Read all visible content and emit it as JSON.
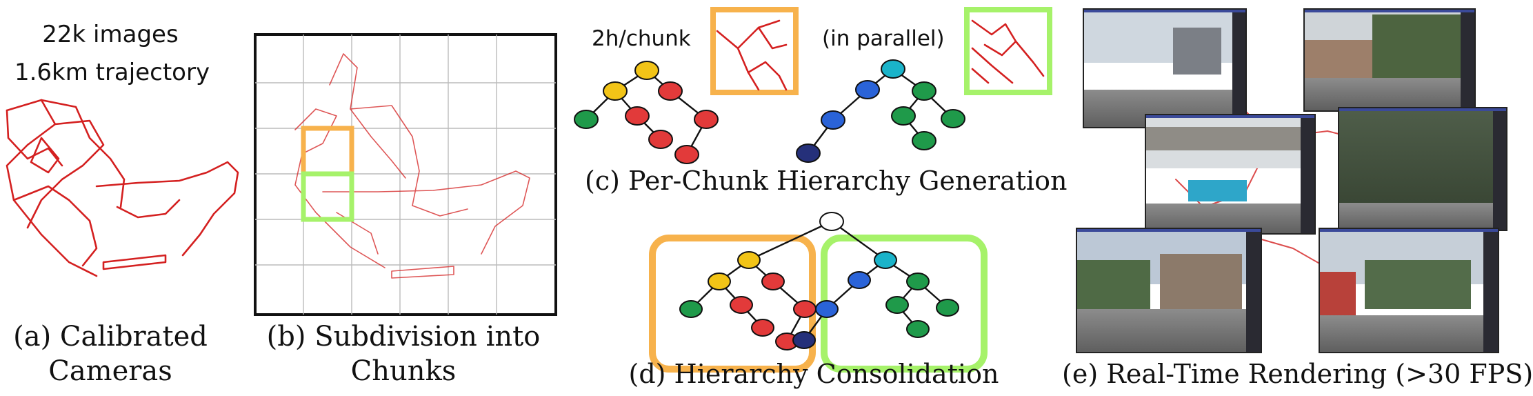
{
  "panel_a": {
    "stat_images": "22k images",
    "stat_trajectory": "1.6km trajectory",
    "caption_line1": "(a) Calibrated",
    "caption_line2": "Cameras"
  },
  "panel_b": {
    "caption_line1": "(b) Subdivision into",
    "caption_line2": "Chunks"
  },
  "panel_c": {
    "time_label": "2h/chunk",
    "parallel_label": "(in parallel)",
    "caption": "(c) Per-Chunk Hierarchy Generation"
  },
  "panel_d": {
    "caption": "(d) Hierarchy Consolidation"
  },
  "panel_e": {
    "caption": "(e) Real-Time Rendering (>30 FPS)"
  },
  "colors": {
    "trajectory": "#d42020",
    "chunk_orange": "#f7b24c",
    "chunk_green": "#a6f26a",
    "node_yellow": "#f2c417",
    "node_red": "#e23a3a",
    "node_green": "#1f9a4a",
    "node_blue": "#2a63d8",
    "node_cyan": "#1ab3c9",
    "node_navy": "#25307a"
  }
}
